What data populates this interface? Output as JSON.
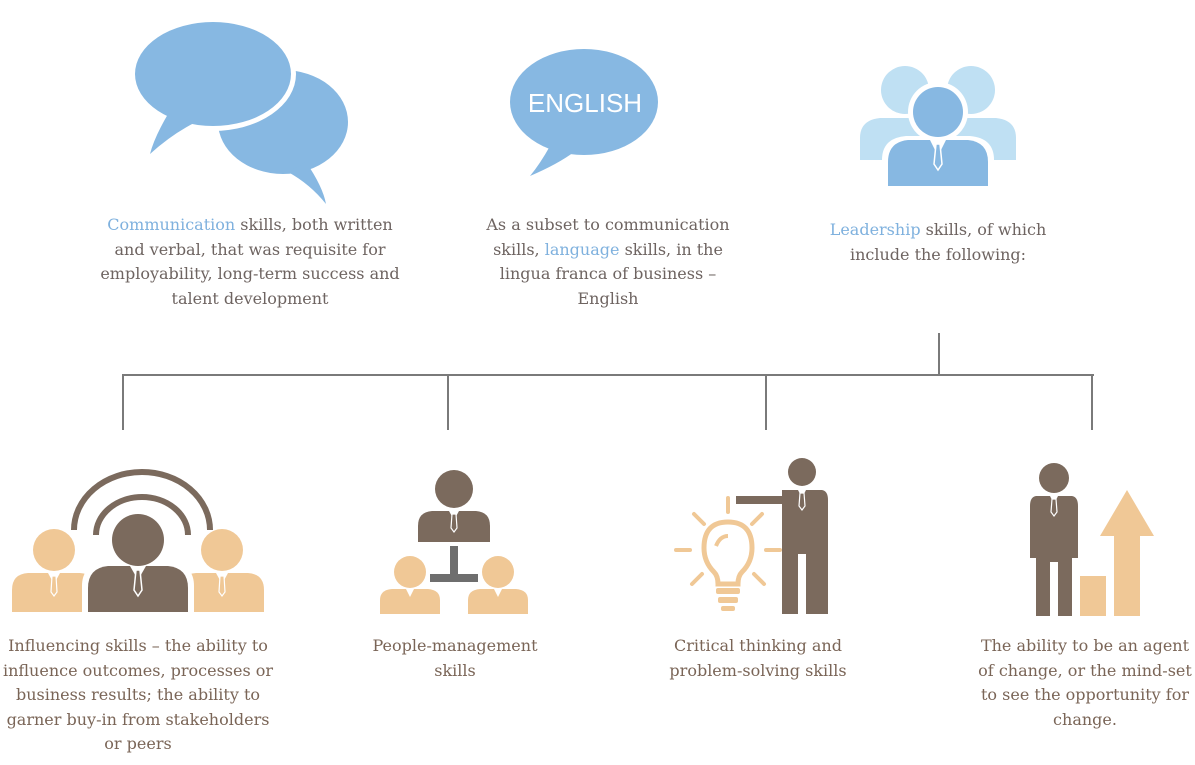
{
  "colors": {
    "blue": "#87b8e2",
    "light_blue": "#bfe0f3",
    "brown": "#7b6a5d",
    "tan": "#f0c896",
    "dark_gray": "#6e6e6e",
    "caption_top": "#6e6461",
    "caption_bottom": "#7a6557",
    "highlight": "#7fb1de"
  },
  "top": [
    {
      "icon": "speech-bubbles-icon",
      "highlight": "Communication",
      "rest": " skills, both written and verbal, that was requisite for employability, long-term success and talent development"
    },
    {
      "icon": "english-bubble-icon",
      "bubble_text": "ENGLISH",
      "before": "As a subset to communication skills, ",
      "highlight": "language",
      "after": " skills, in the lingua franca of business – English"
    },
    {
      "icon": "leaders-group-icon",
      "highlight": "Leadership",
      "rest": " skills, of which include the following:"
    }
  ],
  "bottom": [
    {
      "icon": "influencing-people-icon",
      "text": "Influencing skills – the ability to influence outcomes, processes or business results; the ability to garner buy-in from stakeholders or peers"
    },
    {
      "icon": "people-management-icon",
      "text": "People-management skills"
    },
    {
      "icon": "lightbulb-thinking-icon",
      "text": "Critical thinking and problem-solving skills"
    },
    {
      "icon": "change-agent-icon",
      "text": "The ability to be an agent of change, or the mind-set to see the opportunity for change."
    }
  ]
}
